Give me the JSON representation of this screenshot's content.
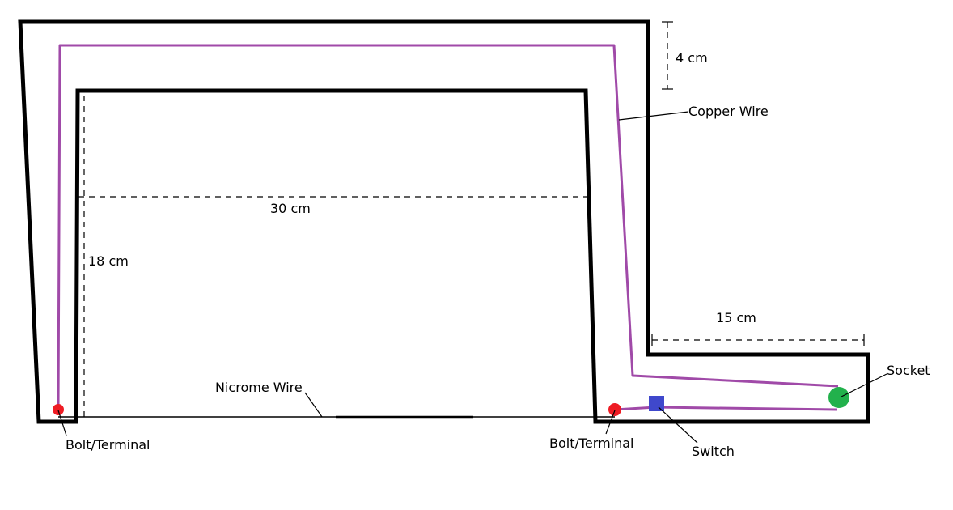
{
  "labels": {
    "dim_height_top": "4 cm",
    "copper_wire": "Copper Wire",
    "dim_width": "30 cm",
    "dim_height_left": "18 cm",
    "dim_width_bottom": "15 cm",
    "nichrome_wire": "Nicrome Wire",
    "socket": "Socket",
    "bolt_terminal_left": "Bolt/Terminal",
    "bolt_terminal_right": "Bolt/Terminal",
    "switch": "Switch"
  },
  "colors": {
    "frame": "#000000",
    "copper_wire": "#a04aa8",
    "terminal": "#ee1c24",
    "switch": "#3f48cc",
    "socket": "#22b14c"
  }
}
